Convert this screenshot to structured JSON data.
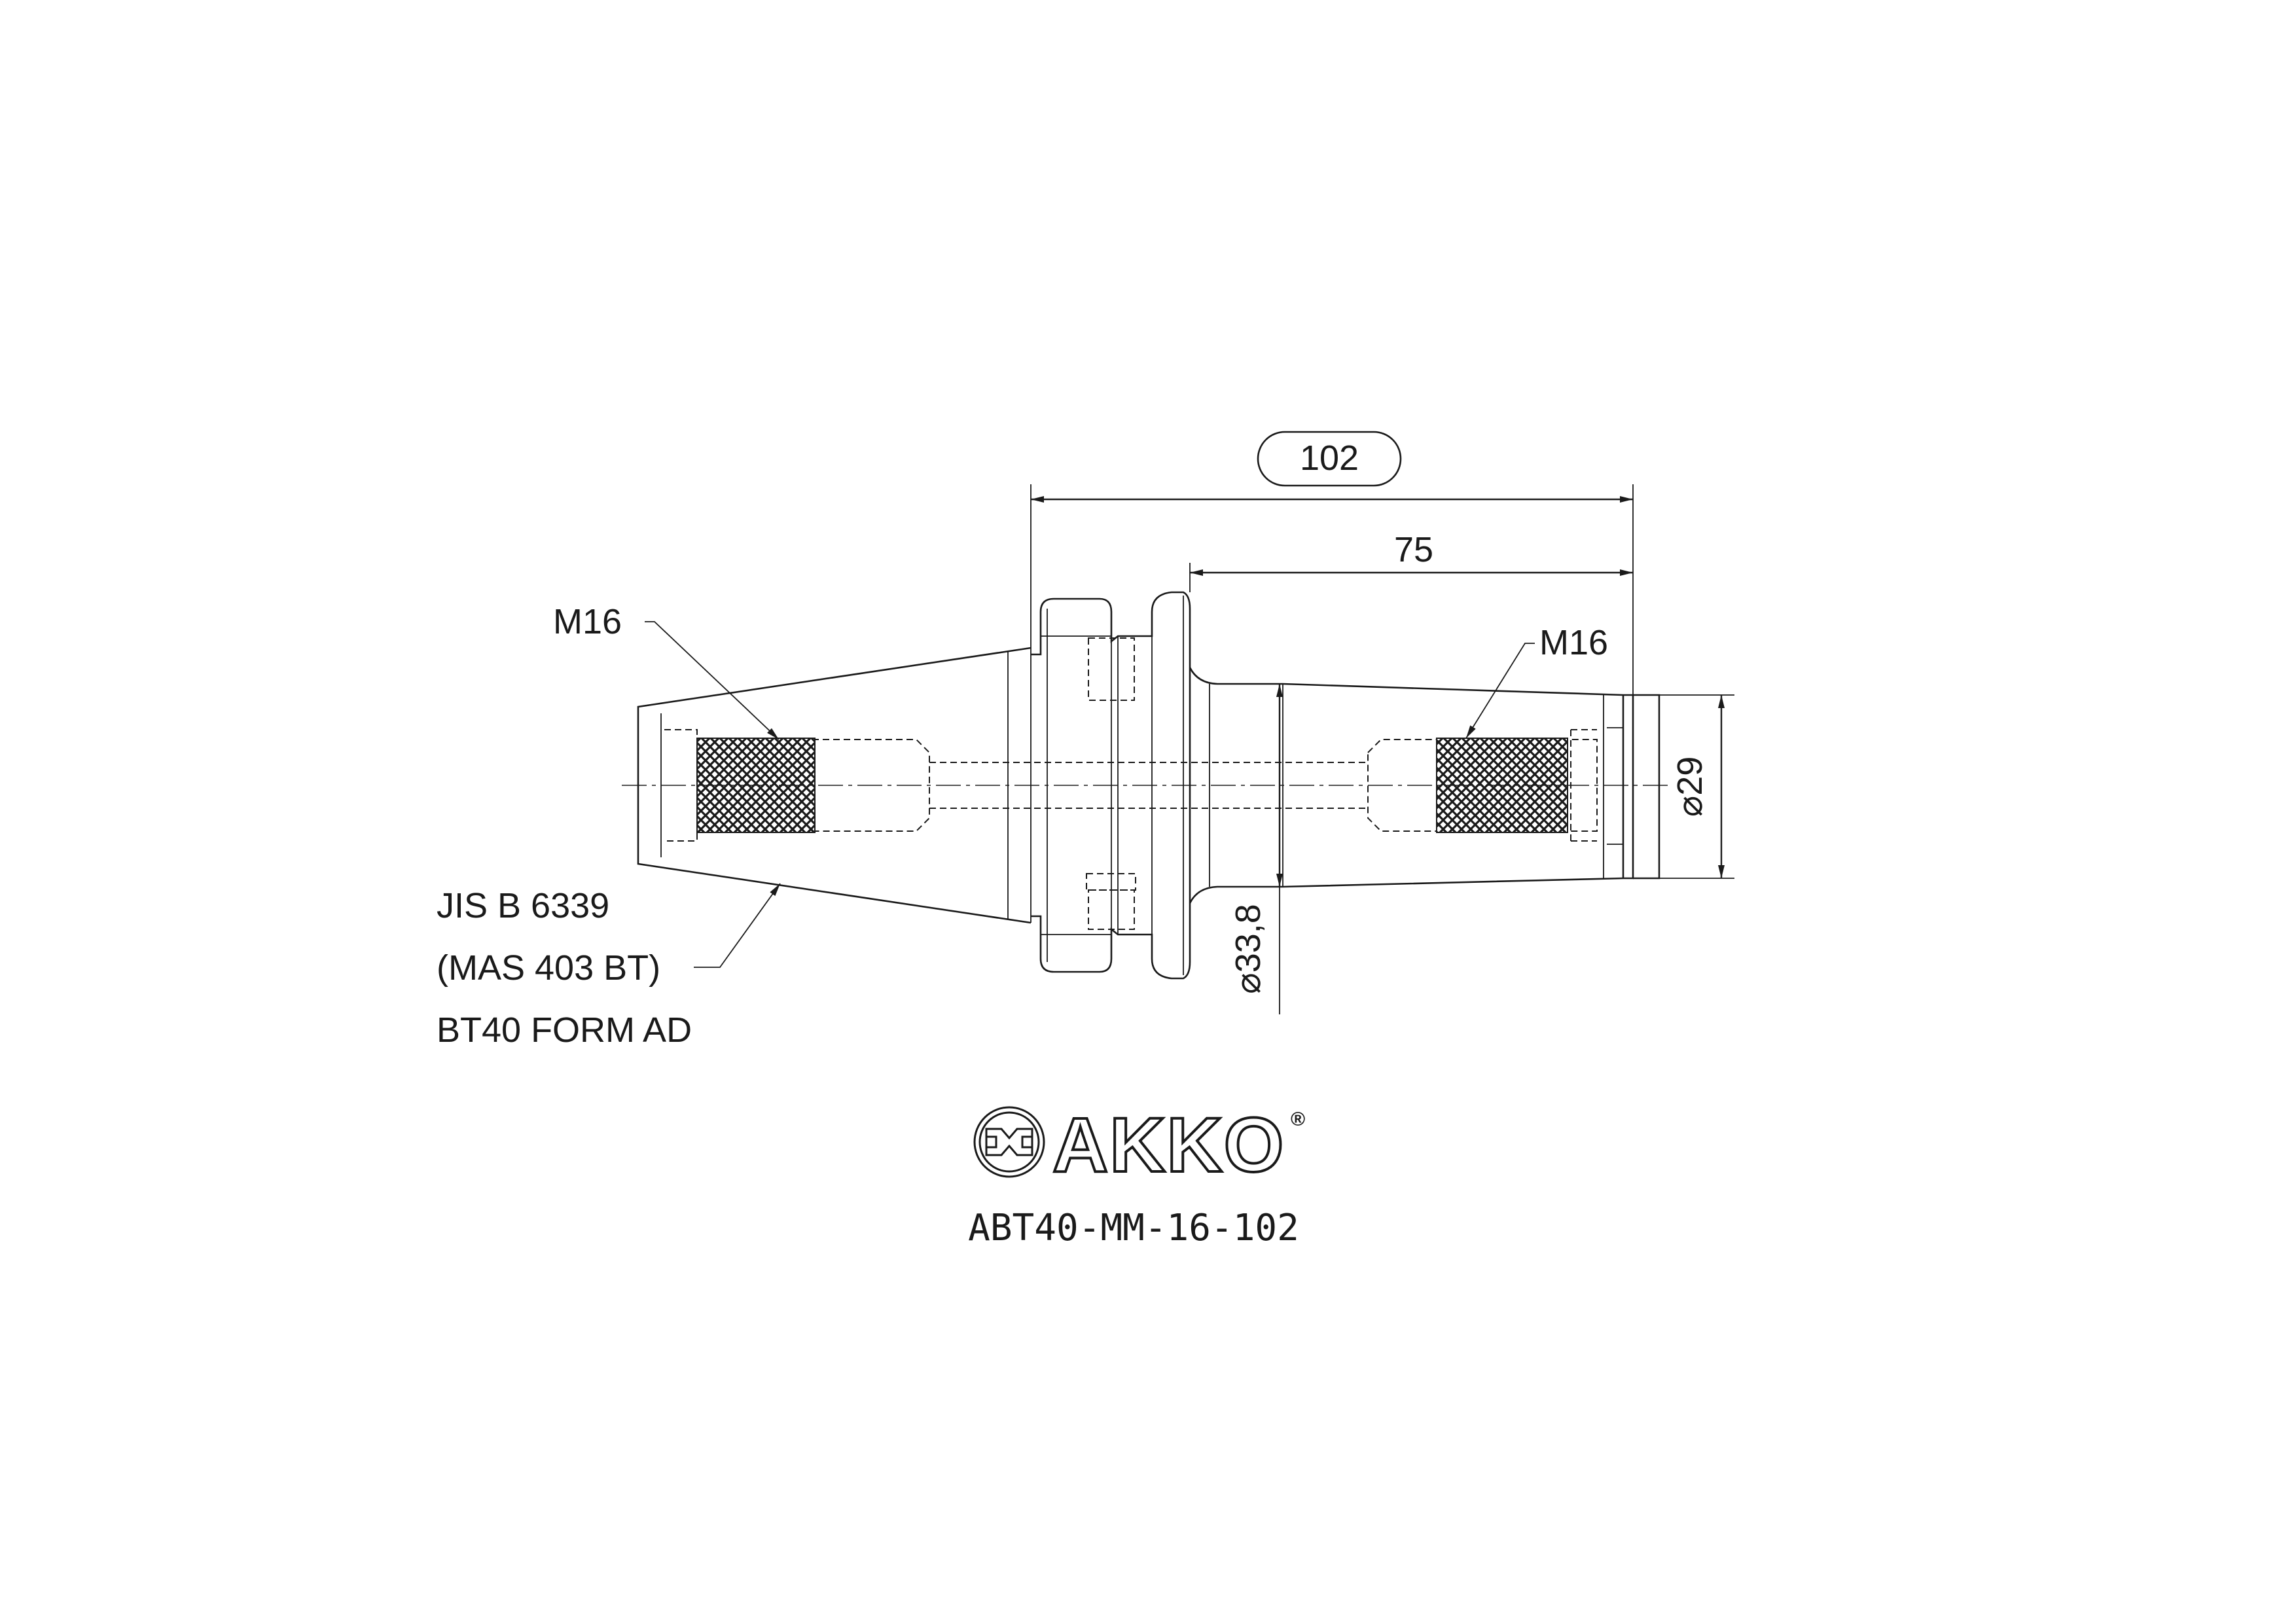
{
  "dimensions": {
    "overall_length": "102",
    "flange_to_end": "75",
    "dia_end": "⌀29",
    "dia_body": "⌀33,8"
  },
  "callouts": {
    "thread_left": "M16",
    "thread_right": "M16"
  },
  "standard_note": {
    "line1": "JIS B 6339",
    "line2": "(MAS 403 BT)",
    "line3": "BT40 FORM AD"
  },
  "brand": {
    "name": "AKKO",
    "registered": "®"
  },
  "part_number": "ABT40-MM-16-102",
  "colors": {
    "ink": "#1a1a1a",
    "background": "#ffffff"
  }
}
